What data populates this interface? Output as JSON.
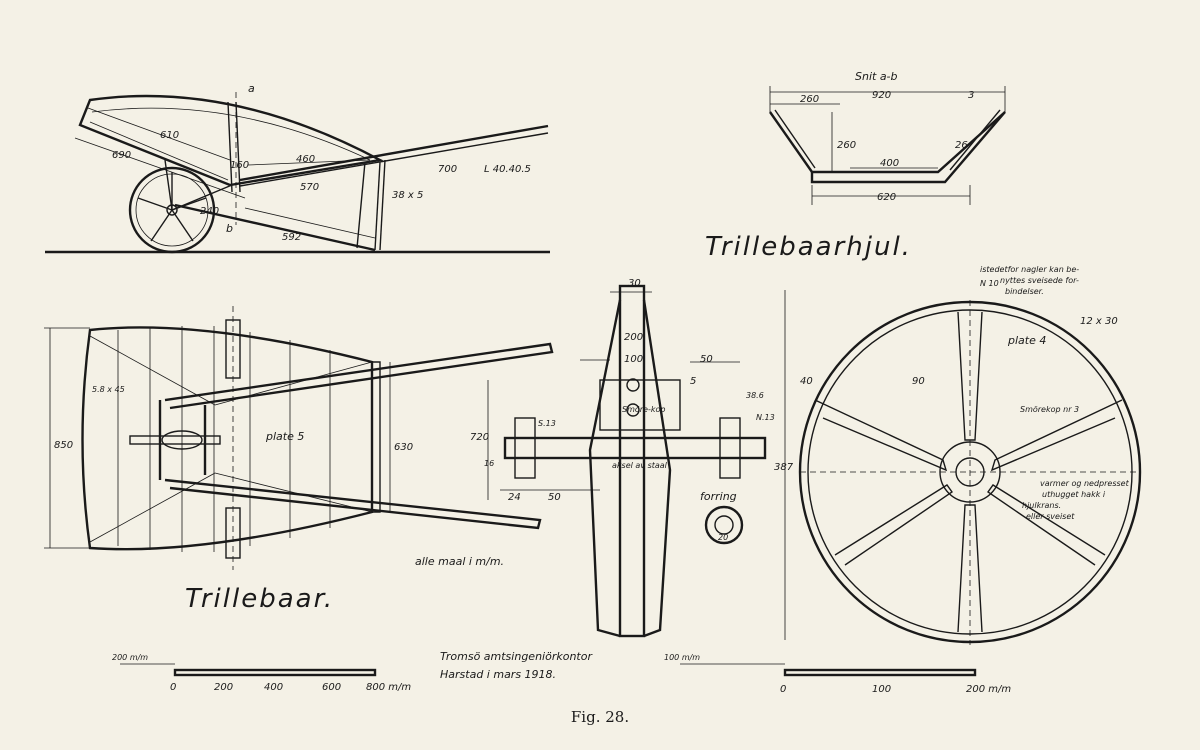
{
  "titles": {
    "barrow": "Trillebaar.",
    "wheel": "Trillebaarhjul.",
    "section": "Snit a-b",
    "figure": "Fig. 28."
  },
  "office": {
    "line1": "Tromsö amtsingeniörkontor",
    "line2": "Harstad i mars 1918."
  },
  "units_note": "alle maal i m/m.",
  "side_view": {
    "label_a": "a",
    "label_b": "b",
    "dims": [
      "610",
      "690",
      "460",
      "160",
      "570",
      "700",
      "L 40.40.5",
      "38 x 5",
      "240",
      "592"
    ]
  },
  "section_view": {
    "dims": [
      "260",
      "920",
      "3",
      "260",
      "400",
      "26",
      "620"
    ]
  },
  "plan_view": {
    "dims": [
      "850",
      "630",
      "5.8 x 45"
    ],
    "plate_label": "plate 5"
  },
  "hub_view": {
    "dims": [
      "30",
      "200",
      "100",
      "50",
      "5",
      "720",
      "38.6",
      "N.13",
      "S.13",
      "16",
      "24",
      "50",
      "387",
      "20"
    ],
    "labels": [
      "Smöre-kop",
      "aksel av staal",
      "forring"
    ]
  },
  "wheel_view": {
    "dims": [
      "12 x 30",
      "40",
      "90"
    ],
    "plate_label": "plate 4",
    "grease_cup": "Smörekop nr 3",
    "note_top": [
      "istedetfor nagler kan be-",
      "nyttes sveisede for-",
      "bindelser.",
      "N 10"
    ],
    "note_right": [
      "varmer og nedpresset",
      "uthugget hakk i",
      "hjulkrans.",
      "eller sveiset"
    ]
  },
  "scales": {
    "left": {
      "unit": "200 m/m",
      "ticks": [
        "0",
        "200",
        "400",
        "600",
        "800 m/m"
      ]
    },
    "right": {
      "unit": "100 m/m",
      "ticks": [
        "0",
        "100",
        "200 m/m"
      ]
    }
  }
}
